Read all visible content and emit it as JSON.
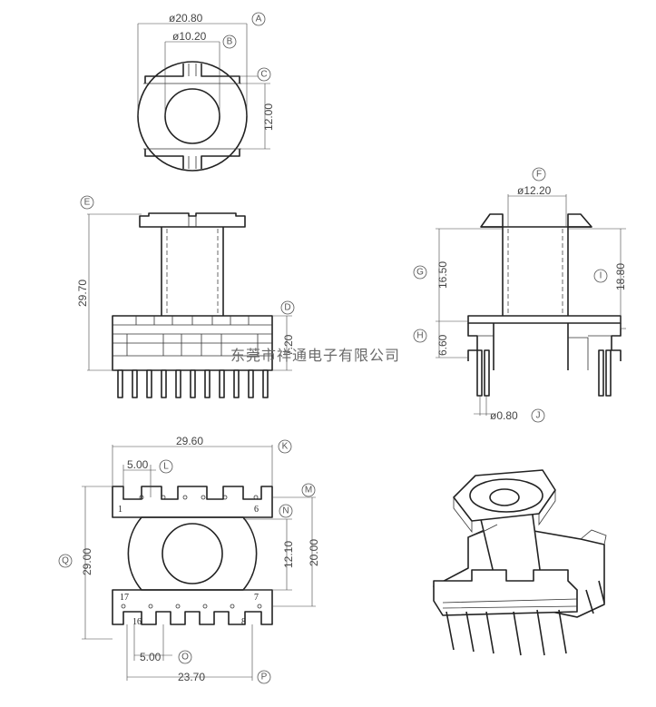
{
  "watermark": "东莞市祥通电子有限公司",
  "dimensions": {
    "A": {
      "letter": "A",
      "value": "ø20.80"
    },
    "B": {
      "letter": "B",
      "value": "ø10.20"
    },
    "C": {
      "letter": "C",
      "value": "12.00"
    },
    "D": {
      "letter": "D",
      "value": "7.20"
    },
    "E": {
      "letter": "E",
      "value": "29.70"
    },
    "F": {
      "letter": "F",
      "value": "ø12.20"
    },
    "G": {
      "letter": "G",
      "value": "16.50"
    },
    "H": {
      "letter": "H",
      "value": "6.60"
    },
    "I": {
      "letter": "I",
      "value": "18.80"
    },
    "J": {
      "letter": "J",
      "value": "ø0.80"
    },
    "K": {
      "letter": "K",
      "value": "29.60"
    },
    "L": {
      "letter": "L",
      "value": "5.00"
    },
    "M": {
      "letter": "M",
      "value": "20.00"
    },
    "N": {
      "letter": "N",
      "value": "12.10"
    },
    "O": {
      "letter": "O",
      "value": "5.00"
    },
    "P": {
      "letter": "P",
      "value": "23.70"
    },
    "Q": {
      "letter": "Q",
      "value": "29.00"
    }
  },
  "pins": {
    "p1": "1",
    "p6": "6",
    "p7": "7",
    "p8": "8",
    "p16": "16",
    "p17": "17"
  }
}
